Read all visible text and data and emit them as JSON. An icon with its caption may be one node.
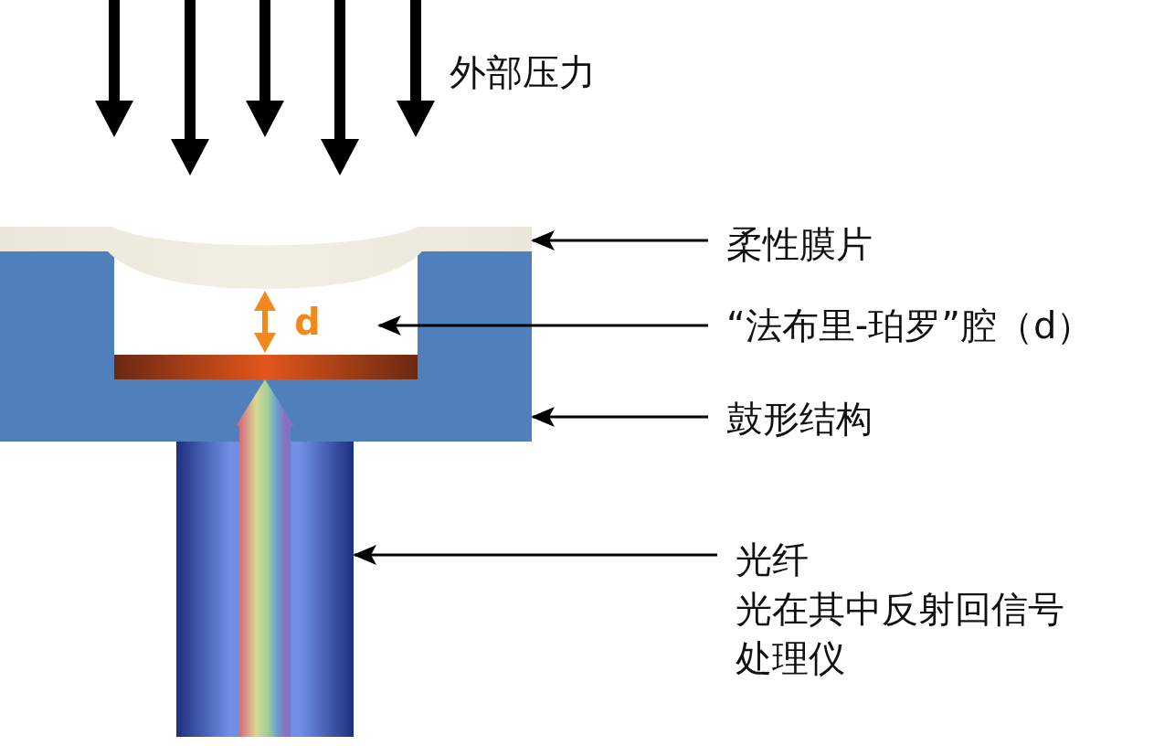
{
  "diagram": {
    "nodes": [
      {
        "text": [
          "柔性膜片"
        ]
      },
      {
        "text": [],
        "shape": "bar"
      },
      {
        "text": [
          "“法布里-珀罗”腔（d）"
        ]
      },
      {
        "text": [
          "鼓形结构"
        ]
      },
      {
        "text": [],
        "shape": "box"
      },
      {
        "text": [
          "光纤",
          "光在其中反射回信号处理仪"
        ]
      },
      {
        "text": [],
        "shape": "bar"
      }
    ],
    "edges": [
      {
        "from": 0,
        "to": 1,
        "arrow": "to"
      },
      {
        "from": 2,
        "to": null,
        "arrow": "to"
      },
      {
        "from": 3,
        "to": 4,
        "arrow": "to"
      },
      {
        "from": 5,
        "to": 6,
        "arrow": "to"
      }
    ],
    "labels": [
      "外部压力",
      "d"
    ]
  }
}
